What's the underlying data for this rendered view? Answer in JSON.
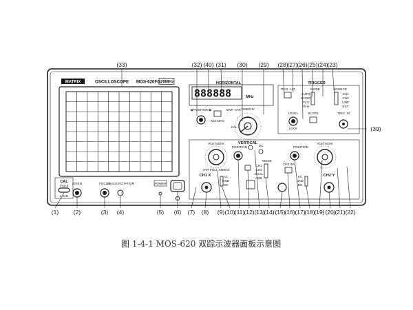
{
  "scope": {
    "brand": "MATRIX",
    "title": "OSCILLOSCOPE",
    "model": "MOS-620FG",
    "bandwidth": "20MHz"
  },
  "display": {
    "digits": "888888",
    "unit": "MHz"
  },
  "sections": {
    "horizontal": "HORIZONTAL",
    "vertical": "VERTICAL",
    "trigger": "TRIGGER"
  },
  "labels": {
    "cal": "CAL",
    "cal_v": "2Vp-p",
    "cal_freq": "1 KHz",
    "intensity": "INTEN",
    "focus": "FOCUS",
    "trace_rotation": "TRACE ROTATION",
    "power": "POWER",
    "position_h": "◀ POSITION ▶",
    "x10_mag": "X10 MAG",
    "swp_var": "SWP. VAR",
    "time_div": "TIME/DIV",
    "cal_t": "CAL",
    "trig_alt": "TRIG. ALT",
    "mode": "MODE",
    "auto": "AUTO",
    "norm": "NORM",
    "tvv": "TV-V",
    "tvh": "TV-H",
    "level": "LEVEL",
    "lock": "LOCK",
    "slope": "SLOPE",
    "source": "SOURCE",
    "ch1_src": "CH1",
    "ch2_src": "CH2",
    "line": "LINE",
    "ext": "EXT",
    "trig_in": "TRIG. IN",
    "volts_div_1": "VOLTS/DIV",
    "var_pull_1": "VAR PULL X5MAG",
    "ch1_x": "CH1 X",
    "position_1": "POSITION",
    "ch1_invert": "DC",
    "mode_v": "MODE",
    "ch1_m": "CH1",
    "ch2_m": "CH2",
    "dual": "DUAL",
    "add": "ADD",
    "ch2_inv": "CH2 INV",
    "position_2": "POSITION",
    "volts_div_2": "VOLTS/DIV",
    "ch2_y": "CH2 Y",
    "ac": "AC",
    "gnd": "GND",
    "dc": "DC"
  },
  "callouts": {
    "top": [
      "(33)",
      "(32)",
      "(40)",
      "(31)",
      "(30)",
      "(29)",
      "(28)",
      "(27)",
      "(26)",
      "(25)",
      "(24)",
      "(23)"
    ],
    "side": "(39)",
    "bottom": [
      "(1)",
      "(2)",
      "(3)",
      "(4)",
      "(5)",
      "(6)",
      "(7)",
      "(8)",
      "(9)",
      "(10)",
      "(11)",
      "(12)",
      "(13)",
      "(14)",
      "(15)",
      "(16)",
      "(17)",
      "(18)",
      "(19)",
      "(20)",
      "(21)",
      "(22)"
    ]
  },
  "caption": "图 1-4-1   MOS-620 双踪示波器面板示意图"
}
